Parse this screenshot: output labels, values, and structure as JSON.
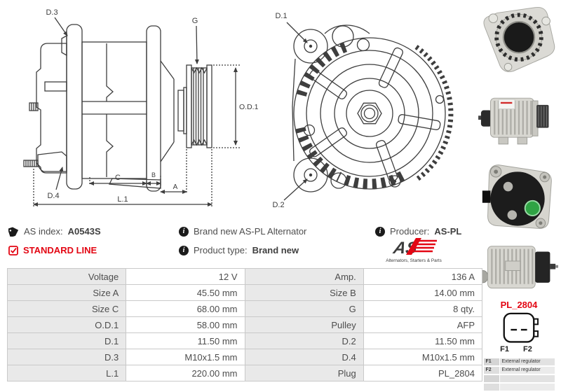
{
  "info": {
    "as_index_label": "AS index:",
    "as_index_value": "A0543S",
    "standard_line": "STANDARD LINE",
    "brand_new": "Brand new AS-PL Alternator",
    "product_type_label": "Product type:",
    "product_type_value": "Brand new",
    "producer_label": "Producer:",
    "producer_value": "AS-PL",
    "logo_text": "AS",
    "logo_tagline": "Alternators, Starters & Parts"
  },
  "drawings": {
    "side": {
      "d3": "D.3",
      "g": "G",
      "od1": "O.D.1",
      "d4": "D.4",
      "c": "C",
      "b": "B",
      "a": "A",
      "l1": "L.1"
    },
    "front": {
      "d1": "D.1",
      "d2": "D.2"
    }
  },
  "specs": {
    "rows": [
      [
        "Voltage",
        "12 V",
        "Amp.",
        "136 A"
      ],
      [
        "Size A",
        "45.50 mm",
        "Size B",
        "14.00 mm"
      ],
      [
        "Size C",
        "68.00 mm",
        "G",
        "8 qty."
      ],
      [
        "O.D.1",
        "58.00 mm",
        "Pulley",
        "AFP"
      ],
      [
        "D.1",
        "11.50 mm",
        "D.2",
        "11.50 mm"
      ],
      [
        "D.3",
        "M10x1.5 mm",
        "D.4",
        "M10x1.5 mm"
      ],
      [
        "L.1",
        "220.00 mm",
        "Plug",
        "PL_2804"
      ]
    ]
  },
  "plug": {
    "code": "PL_2804",
    "pins": [
      "F1",
      "F2"
    ],
    "table": [
      [
        "F1",
        "External regulator"
      ],
      [
        "F2",
        "External regulator"
      ],
      [
        "",
        ""
      ],
      [
        "",
        ""
      ]
    ]
  },
  "colors": {
    "accent_red": "#e30613",
    "table_label_bg": "#e9e9e9",
    "table_border": "#c9c9c9",
    "text": "#4d4d4d"
  }
}
